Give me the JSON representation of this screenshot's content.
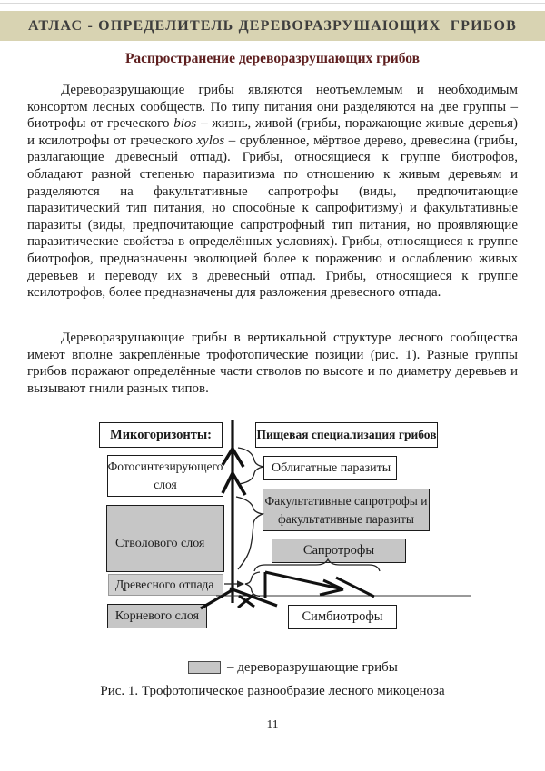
{
  "banner": {
    "text": "АТЛАС - ОПРЕДЕЛИТЕЛЬ ДЕРЕВОРАЗРУШАЮЩИХ  ГРИБОВ"
  },
  "title": "Распространение дереворазрушающих грибов",
  "paragraphs": {
    "p1": {
      "part1": "Дереворазрушающие грибы являются неотъемлемым и необходимым консортом лесных сообществ. По типу питания они разделяются на две группы – биотрофы от греческого ",
      "italic1": "bios",
      "part2": " – жизнь, живой (грибы, поражающие живые деревья) и ксилотрофы от греческого ",
      "italic2": "xylos",
      "part3": " – срубленное, мёртвое дерево, древесина (грибы, разлагающие древесный отпад). Грибы, относящиеся к группе биотрофов, обладают разной степенью паразитизма по отношению к живым деревьям и разделяются на факультативные сапротрофы (виды, предпочитающие паразитический тип питания, но способные к сапрофитизму) и факультативные паразиты (виды, предпочитающие сапротрофный тип питания, но проявляющие паразитические свойства в определённых условиях). Грибы, относящиеся к группе биотрофов, предназначены эволюцией более к поражению и ослаблению живых деревьев и переводу их в древесный отпад. Грибы, относящиеся к группе ксилотрофов, более предназначены для разложения древесного отпада."
    },
    "p2": "Дереворазрушающие грибы в вертикальной структуре лесного сообщества имеют вполне закреплённые трофотопические позиции (рис. 1). Разные группы грибов поражают определённые части стволов по высоте и по диаметру деревьев и вызывают гнили разных типов."
  },
  "diagram": {
    "left_header": "Микогоризонты:",
    "right_header": "Пищевая специализация грибов",
    "boxes": {
      "photo_layer": "Фотосинтезирующего слоя",
      "obligate_parasites": "Облигатные паразиты",
      "facultative": "Факультативные сапротрофы и факультативные паразиты",
      "stem_layer": "Стволового слоя",
      "saprotrophs": "Сапротрофы",
      "deadwood_layer": "Древесного отпада",
      "root_layer": "Корневого слоя",
      "symbiotrophs": "Симбиотрофы"
    },
    "legend_label": "– дереворазрушающие грибы",
    "caption": "Рис. 1. Трофотопическое разнообразие лесного микоценоза"
  },
  "colors": {
    "banner_background": "#d8d3b2",
    "banner_text": "#3d3d3d",
    "title_text": "#5e1f1f",
    "body_text": "#1c1c1c",
    "diagram_gray_fill": "#c6c6c6",
    "deadwood_fill": "#cfcfcf"
  },
  "page": {
    "number": "11"
  }
}
